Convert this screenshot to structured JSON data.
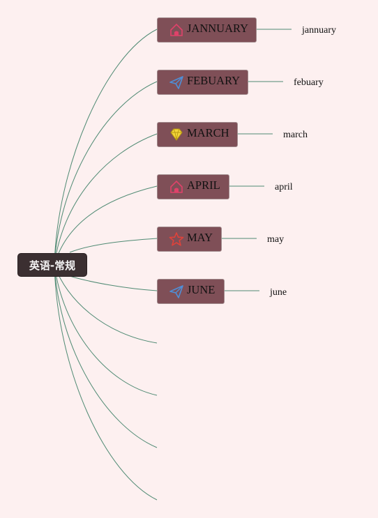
{
  "root": {
    "label": "英语-常规"
  },
  "months": [
    {
      "label": "JANNUARY",
      "detail": "jannuary",
      "icon": "home-icon",
      "icon_color": "#e0426a"
    },
    {
      "label": "FEBUARY",
      "detail": "febuary",
      "icon": "paper-plane-icon",
      "icon_color": "#4f8fd8"
    },
    {
      "label": "MARCH",
      "detail": "march",
      "icon": "diamond-icon",
      "icon_color": "#f2d43b"
    },
    {
      "label": "APRIL",
      "detail": "april",
      "icon": "home-icon",
      "icon_color": "#e0426a"
    },
    {
      "label": "MAY",
      "detail": "may",
      "icon": "star-icon",
      "icon_color": "#e0423a"
    },
    {
      "label": "JUNE",
      "detail": "june",
      "icon": "paper-plane-icon",
      "icon_color": "#4f8fd8"
    }
  ],
  "colors": {
    "background": "#fdf0f0",
    "connector": "#4f8a73",
    "node_fill": "#7f4f57",
    "root_fill": "#3b2f31"
  }
}
